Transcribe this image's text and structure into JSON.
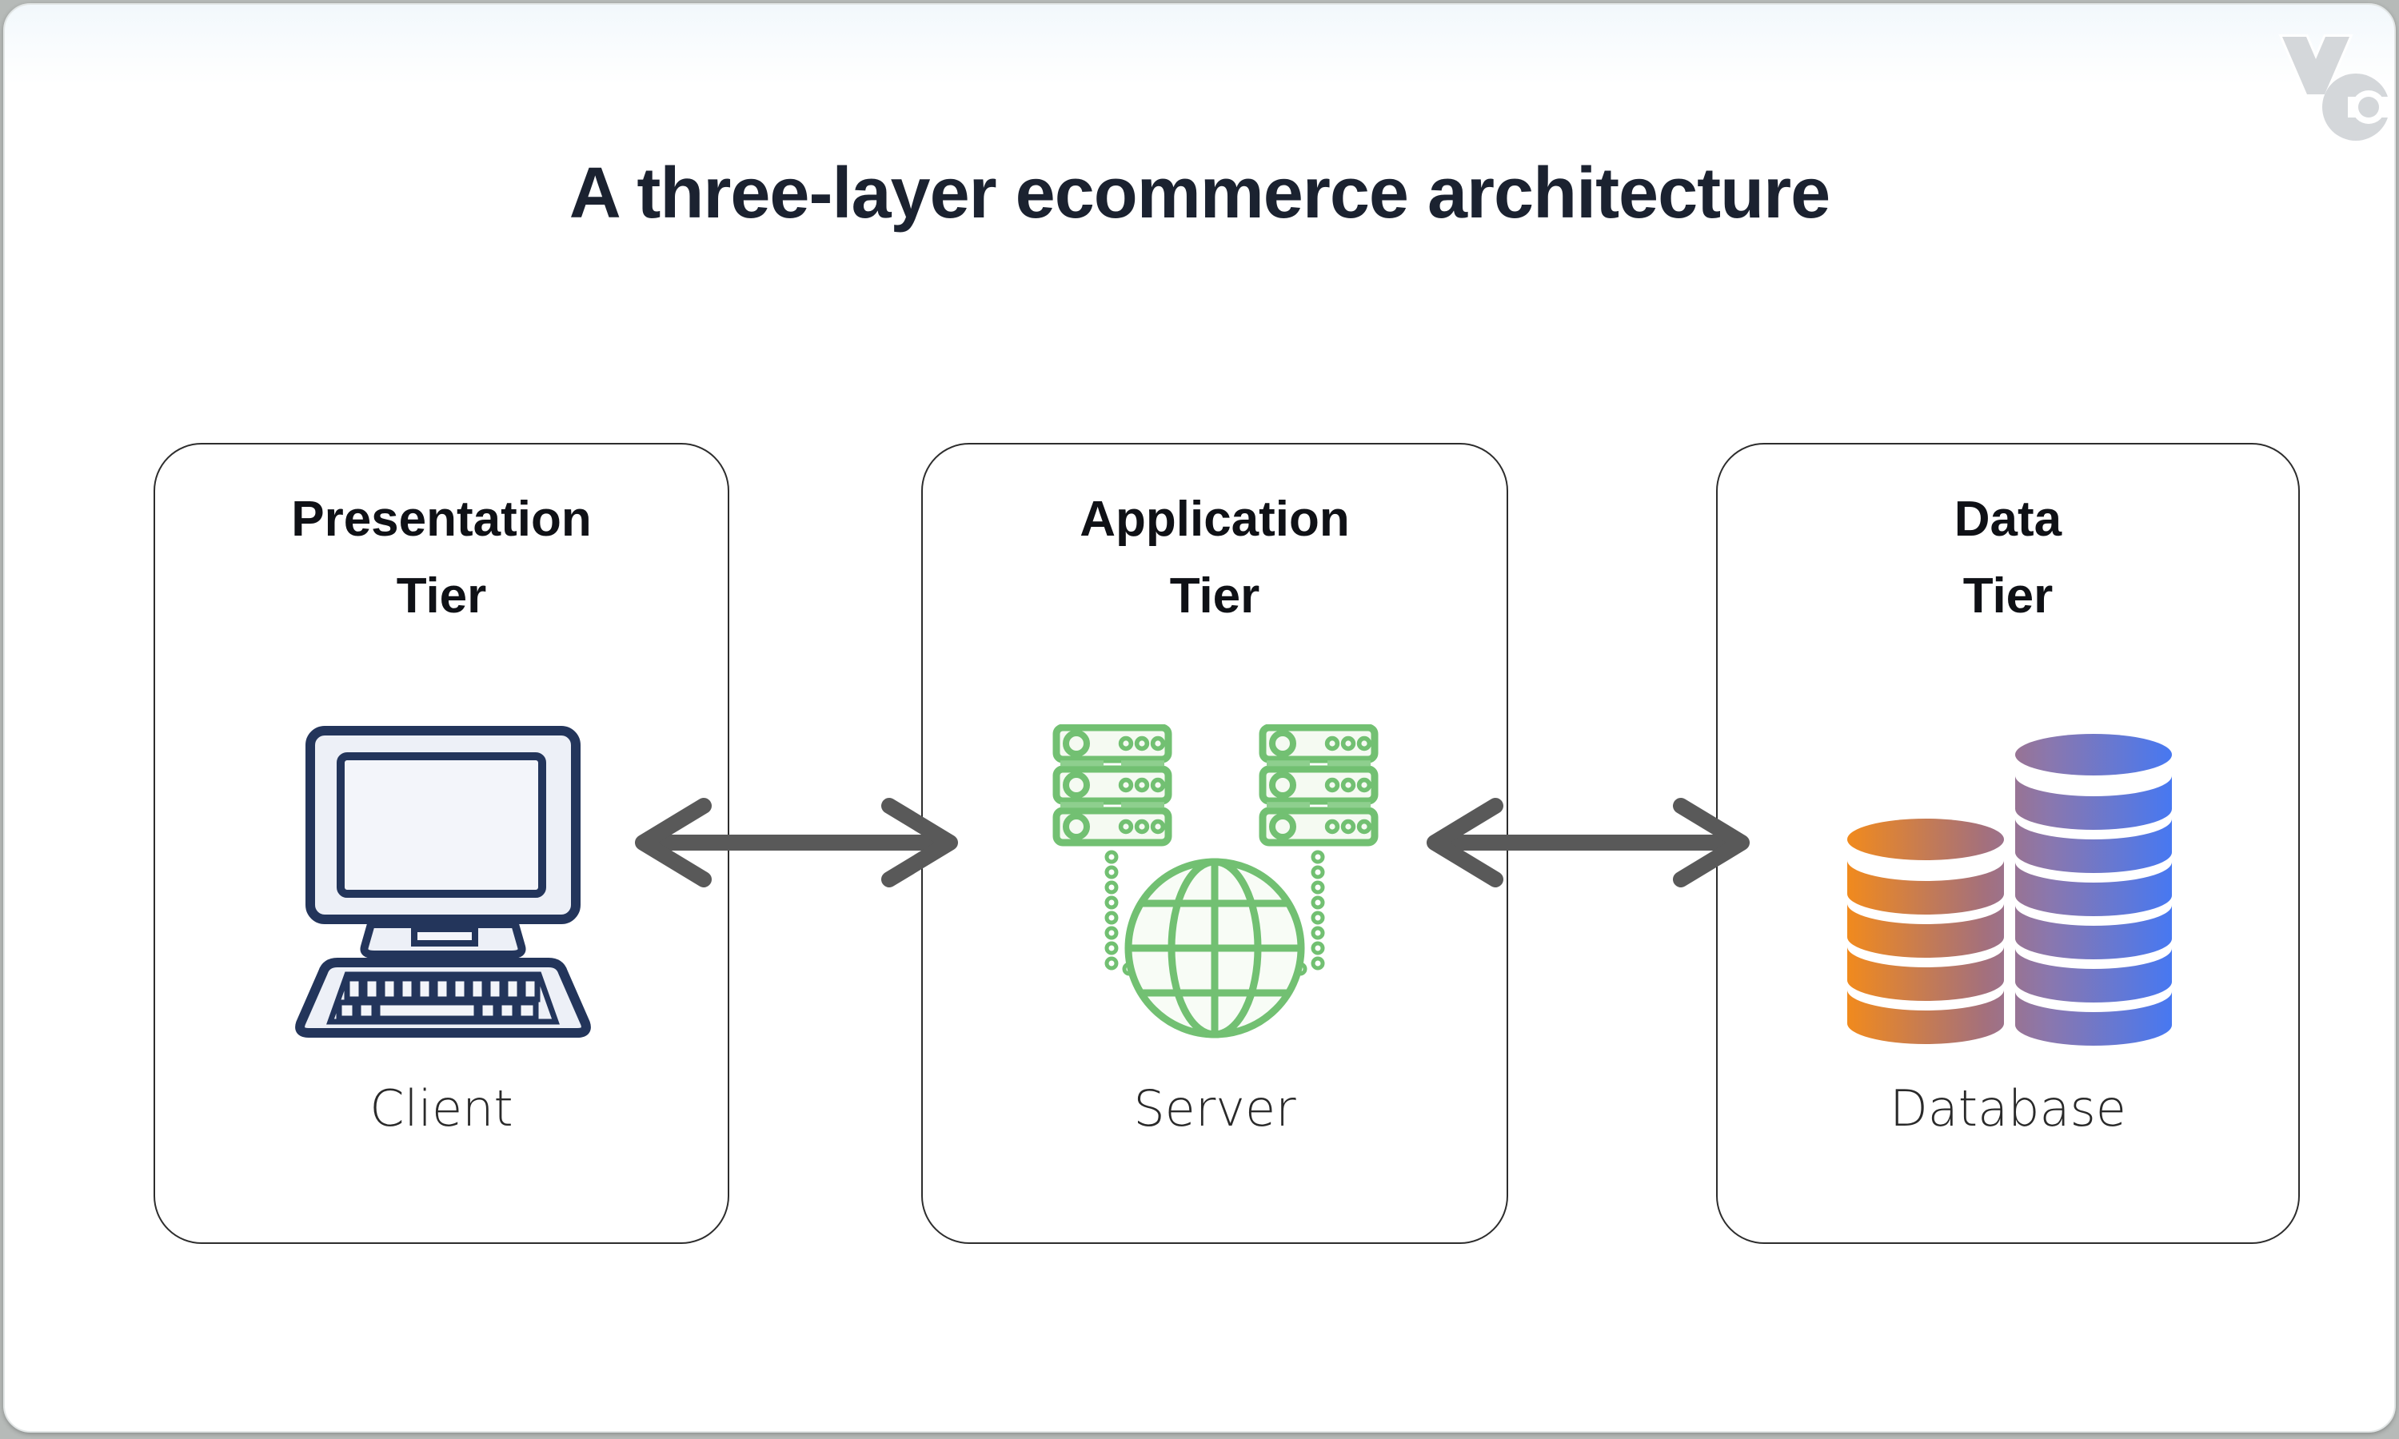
{
  "page": {
    "title": "A three-layer ecommerce architecture",
    "background_color": "#b6bab8",
    "canvas_color": "#ffffff"
  },
  "brand": {
    "watermark_letter": "V",
    "color": "#d4d7da"
  },
  "tiers": [
    {
      "heading_lines": [
        "Presentation",
        "Tier"
      ],
      "label": "Client",
      "icon": "desktop-computer-icon",
      "icon_color": "#23355b"
    },
    {
      "heading_lines": [
        "Application",
        "Tier"
      ],
      "label": "Server",
      "icon": "server-rack-globe-icon",
      "icon_color": "#72c072"
    },
    {
      "heading_lines": [
        "Data",
        "Tier"
      ],
      "label": "Database",
      "icon": "database-cylinders-icon",
      "icon_color_left": "#f18a1d",
      "icon_color_right": "#4678f2"
    }
  ],
  "connections": [
    {
      "from": "Presentation Tier",
      "to": "Application Tier",
      "type": "bidirectional-arrow",
      "color": "#595959"
    },
    {
      "from": "Application Tier",
      "to": "Data Tier",
      "type": "bidirectional-arrow",
      "color": "#595959"
    }
  ]
}
